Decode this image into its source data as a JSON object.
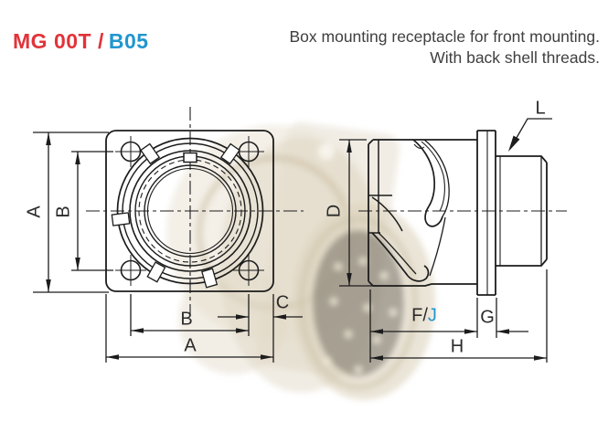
{
  "header": {
    "series": "MG 00T /",
    "variant": "B05",
    "description_line1": "Box mounting receptacle for front mounting.",
    "description_line2": "With back shell threads."
  },
  "drawing": {
    "views": [
      "front-view-square-flange-receptacle",
      "side-view-with-back-shell-threads"
    ],
    "dimension_labels": {
      "flange_size_vertical": "A",
      "hole_spacing_vertical": "B",
      "hole_spacing_horizontal": "B",
      "flange_size_horizontal": "A",
      "hole_edge_offset": "C",
      "body_diameter": "D",
      "body_length_f": "F/",
      "body_length_j": "J",
      "flange_thickness": "G",
      "overall_length": "H",
      "thread_callout": "L"
    }
  },
  "colors": {
    "series_red": "#e23339",
    "accent_blue": "#2196cf",
    "line_color": "#1c1c1c",
    "text_color": "#3f3f3f",
    "ghost_beige": "#ddd3be"
  }
}
